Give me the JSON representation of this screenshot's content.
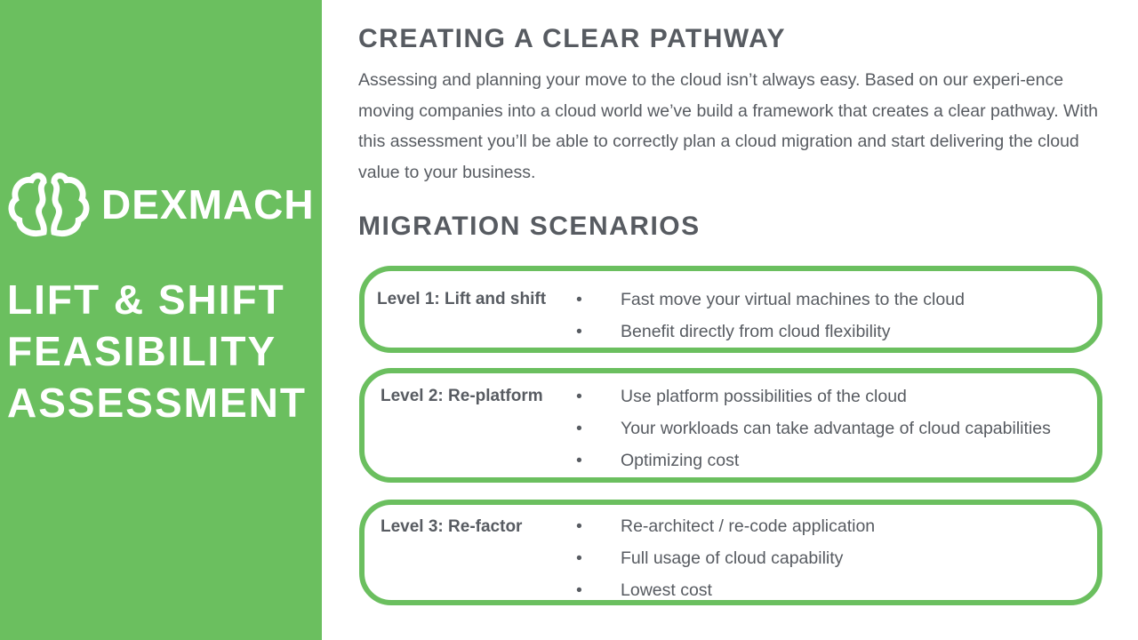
{
  "brand": {
    "name": "DEXMACH",
    "title_lines": [
      "Lift & Shift",
      "Feasibility",
      "Assessment"
    ]
  },
  "pathway": {
    "heading": "Creating a clear pathway",
    "text": "Assessing and planning your move to the cloud isn’t always easy. Based on our experi-ence moving companies into a cloud world we’ve build a framework that creates a clear pathway. With this assessment you’ll be able to correctly plan a cloud migration and start delivering the cloud value to your business."
  },
  "scenarios": {
    "heading": "Migration scenarios",
    "levels": [
      {
        "label": "Level 1: Lift and shift",
        "items": [
          "Fast move your virtual machines to the cloud",
          "Benefit directly from cloud flexibility"
        ]
      },
      {
        "label": "Level 2: Re-platform",
        "items": [
          "Use platform possibilities of the cloud",
          "Your workloads can take advantage of cloud capabilities",
          "Optimizing cost"
        ]
      },
      {
        "label": "Level 3: Re-factor",
        "items": [
          "Re-architect / re-code application",
          "Full usage of cloud capability",
          "Lowest cost"
        ]
      }
    ]
  },
  "colors": {
    "accent": "#6bbf5f",
    "text": "#575b61"
  }
}
